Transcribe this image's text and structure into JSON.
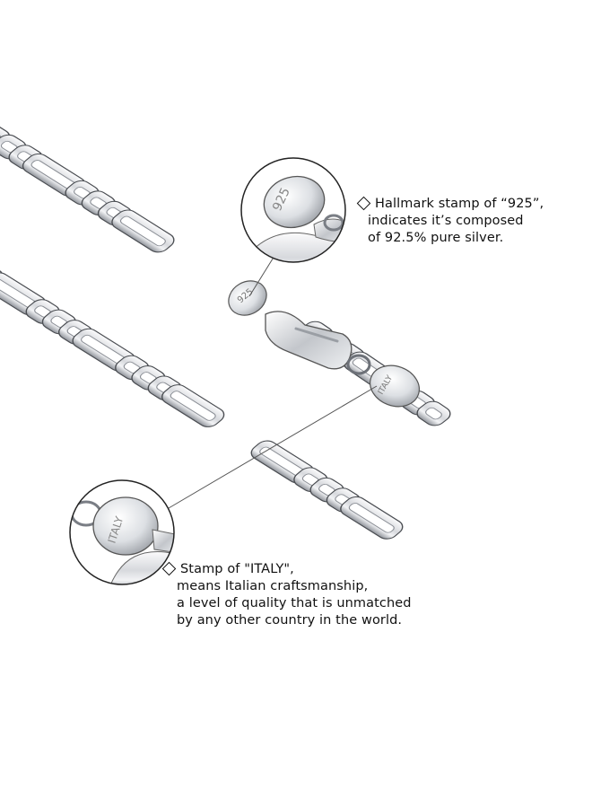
{
  "annotations": {
    "hallmark": {
      "lines": [
        "Hallmark stamp of “925”,",
        "indicates it’s composed",
        "of 92.5% pure silver."
      ],
      "stamp_text": "925"
    },
    "italy": {
      "lines": [
        "Stamp of \"ITALY\",",
        "means Italian craftsmanship,",
        "a level of quality that is unmatched",
        "by any other country in the world."
      ],
      "stamp_text": "ITALY"
    }
  },
  "colors": {
    "background": "#ffffff",
    "silver_light": "#f4f5f7",
    "silver_mid": "#c9ccd1",
    "silver_dark": "#7d8188",
    "outline": "#3a3a3a",
    "text": "#111111"
  }
}
